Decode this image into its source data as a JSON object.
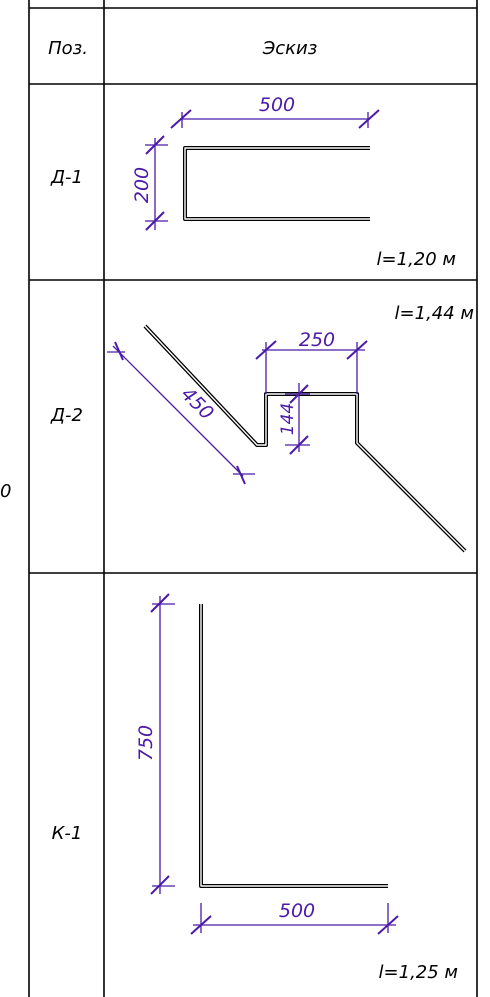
{
  "header": {
    "pos": "Поз.",
    "sketch": "Эскиз"
  },
  "left_margin_text": "0",
  "rows": [
    {
      "pos": "Д-1",
      "dims": [
        "500",
        "200"
      ],
      "length": "l=1,20 м"
    },
    {
      "pos": "Д-2",
      "dims": [
        "250",
        "450",
        "144"
      ],
      "length": "l=1,44 м"
    },
    {
      "pos": "К-1",
      "dims": [
        "750",
        "500"
      ],
      "length": "l=1,25 м"
    }
  ],
  "colors": {
    "dimension": "#4B1AA8",
    "line": "#000000"
  }
}
